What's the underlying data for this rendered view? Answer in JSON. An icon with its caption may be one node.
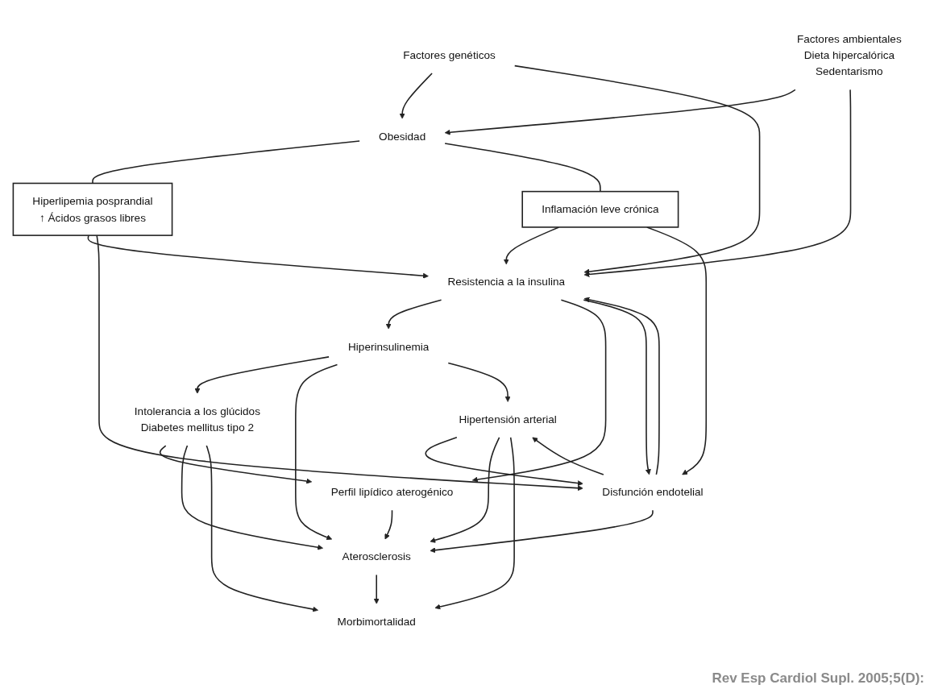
{
  "diagram": {
    "nodes": [
      {
        "text": [
          "Factores genéticos"
        ]
      },
      {
        "text": [
          "Obesidad"
        ]
      },
      {
        "text": [
          "Hiperlipemia posprandial",
          "↑ Ácidos grasos libres"
        ]
      },
      {
        "text": [
          "Inflamación leve crónica"
        ]
      },
      {
        "text": [
          "Resistencia a la insulina"
        ]
      },
      {
        "text": [
          "Factores ambientales",
          "Dieta hipercalórica",
          "Sedentarismo"
        ]
      },
      {
        "text": [
          "Hiperinsulinemia"
        ]
      },
      {
        "text": [
          "Disfunción endotelial"
        ]
      },
      {
        "text": [
          "Intolerancia a los glúcidos",
          "Diabetes mellitus tipo 2"
        ]
      },
      {
        "text": [
          "Perfil lipídico aterogénico"
        ]
      },
      {
        "text": [
          "Hipertensión arterial"
        ]
      },
      {
        "text": [
          "Aterosclerosis"
        ]
      },
      {
        "text": [
          "Morbimortalidad"
        ]
      }
    ],
    "edges": [
      {
        "from": 0,
        "to": 1,
        "arrow": "to"
      },
      {
        "from": 5,
        "to": 1,
        "arrow": "to"
      },
      {
        "from": 0,
        "to": 4,
        "arrow": "to"
      },
      {
        "from": 5,
        "to": 4,
        "arrow": "to"
      },
      {
        "from": 1,
        "to": 2,
        "arrow": "none"
      },
      {
        "from": 1,
        "to": 3,
        "arrow": "none"
      },
      {
        "from": 2,
        "to": 4,
        "arrow": "to"
      },
      {
        "from": 2,
        "to": 7,
        "arrow": "to"
      },
      {
        "from": 3,
        "to": 4,
        "arrow": "to"
      },
      {
        "from": 3,
        "to": 7,
        "arrow": "to"
      },
      {
        "from": 4,
        "to": 6,
        "arrow": "to"
      },
      {
        "from": 4,
        "to": 9,
        "arrow": "to"
      },
      {
        "from": 4,
        "to": 7,
        "arrow": "to"
      },
      {
        "from": 7,
        "to": 4,
        "arrow": "to"
      },
      {
        "from": 6,
        "to": 8,
        "arrow": "to"
      },
      {
        "from": 6,
        "to": 11,
        "arrow": "to"
      },
      {
        "from": 6,
        "to": 10,
        "arrow": "to"
      },
      {
        "from": 7,
        "to": 10,
        "arrow": "to"
      },
      {
        "from": 10,
        "to": 7,
        "arrow": "to"
      },
      {
        "from": 7,
        "to": 11,
        "arrow": "to"
      },
      {
        "from": 8,
        "to": 9,
        "arrow": "to"
      },
      {
        "from": 9,
        "to": 11,
        "arrow": "to"
      },
      {
        "from": 8,
        "to": 11,
        "arrow": "to"
      },
      {
        "from": 8,
        "to": 12,
        "arrow": "to"
      },
      {
        "from": 10,
        "to": 11,
        "arrow": "to"
      },
      {
        "from": 10,
        "to": 12,
        "arrow": "to"
      },
      {
        "from": 11,
        "to": 12,
        "arrow": "to"
      }
    ],
    "labels": [
      "Rev Esp Cardiol Supl. 2005;5(D):"
    ]
  }
}
